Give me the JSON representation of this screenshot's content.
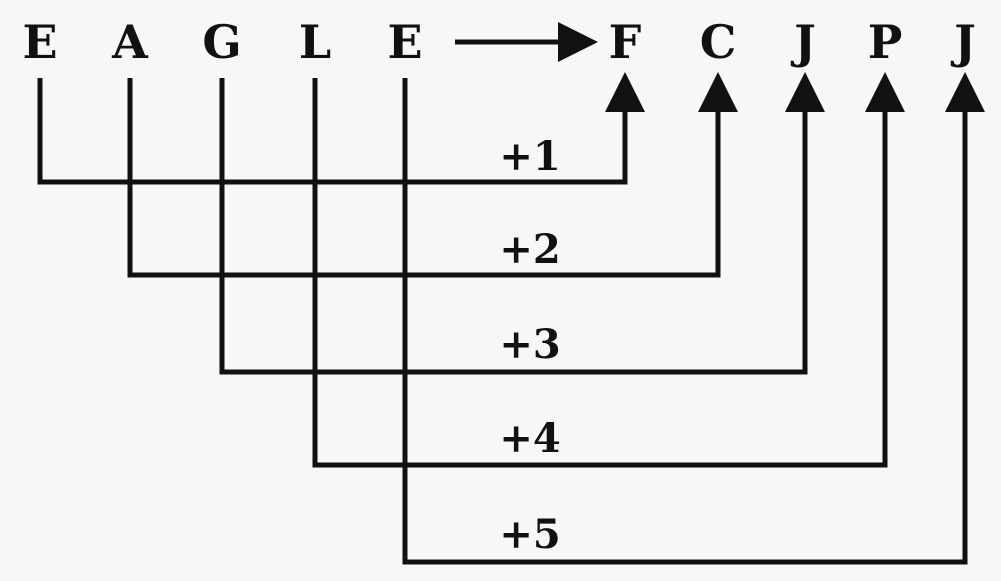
{
  "source_word": [
    "E",
    "A",
    "G",
    "L",
    "E"
  ],
  "target_word": [
    "F",
    "C",
    "J",
    "P",
    "J"
  ],
  "shifts": [
    "+1",
    "+2",
    "+3",
    "+4",
    "+5"
  ]
}
